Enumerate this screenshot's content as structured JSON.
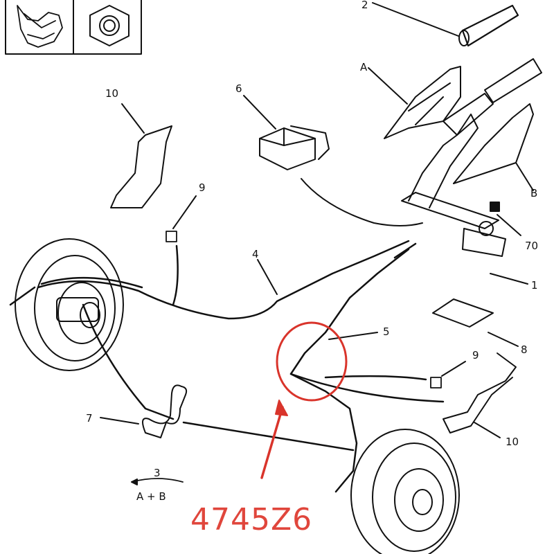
{
  "callouts": {
    "c1": "1",
    "c2": "2",
    "c3": "3",
    "c4": "4",
    "c5": "5",
    "c6": "6",
    "c7": "7",
    "c8": "8",
    "c9a": "9",
    "c9b": "9",
    "c10a": "10",
    "c10b": "10",
    "c70": "70",
    "cA": "A",
    "cB": "B",
    "formula": "A + B"
  },
  "part_number": "4745Z6",
  "highlight_color": "#d9342b",
  "icons": [
    "clip-icon",
    "nut-icon"
  ]
}
